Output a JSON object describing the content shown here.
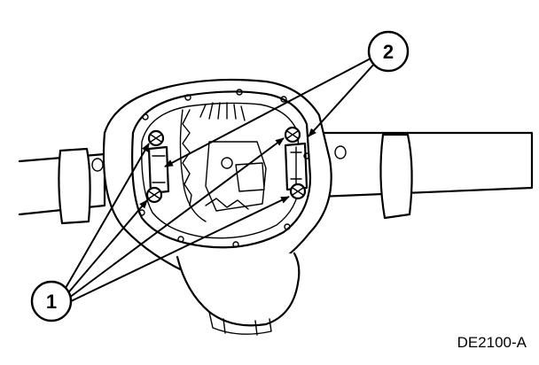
{
  "callouts": [
    {
      "label": "1"
    },
    {
      "label": "2"
    }
  ],
  "figure_code": "DE2100-A"
}
